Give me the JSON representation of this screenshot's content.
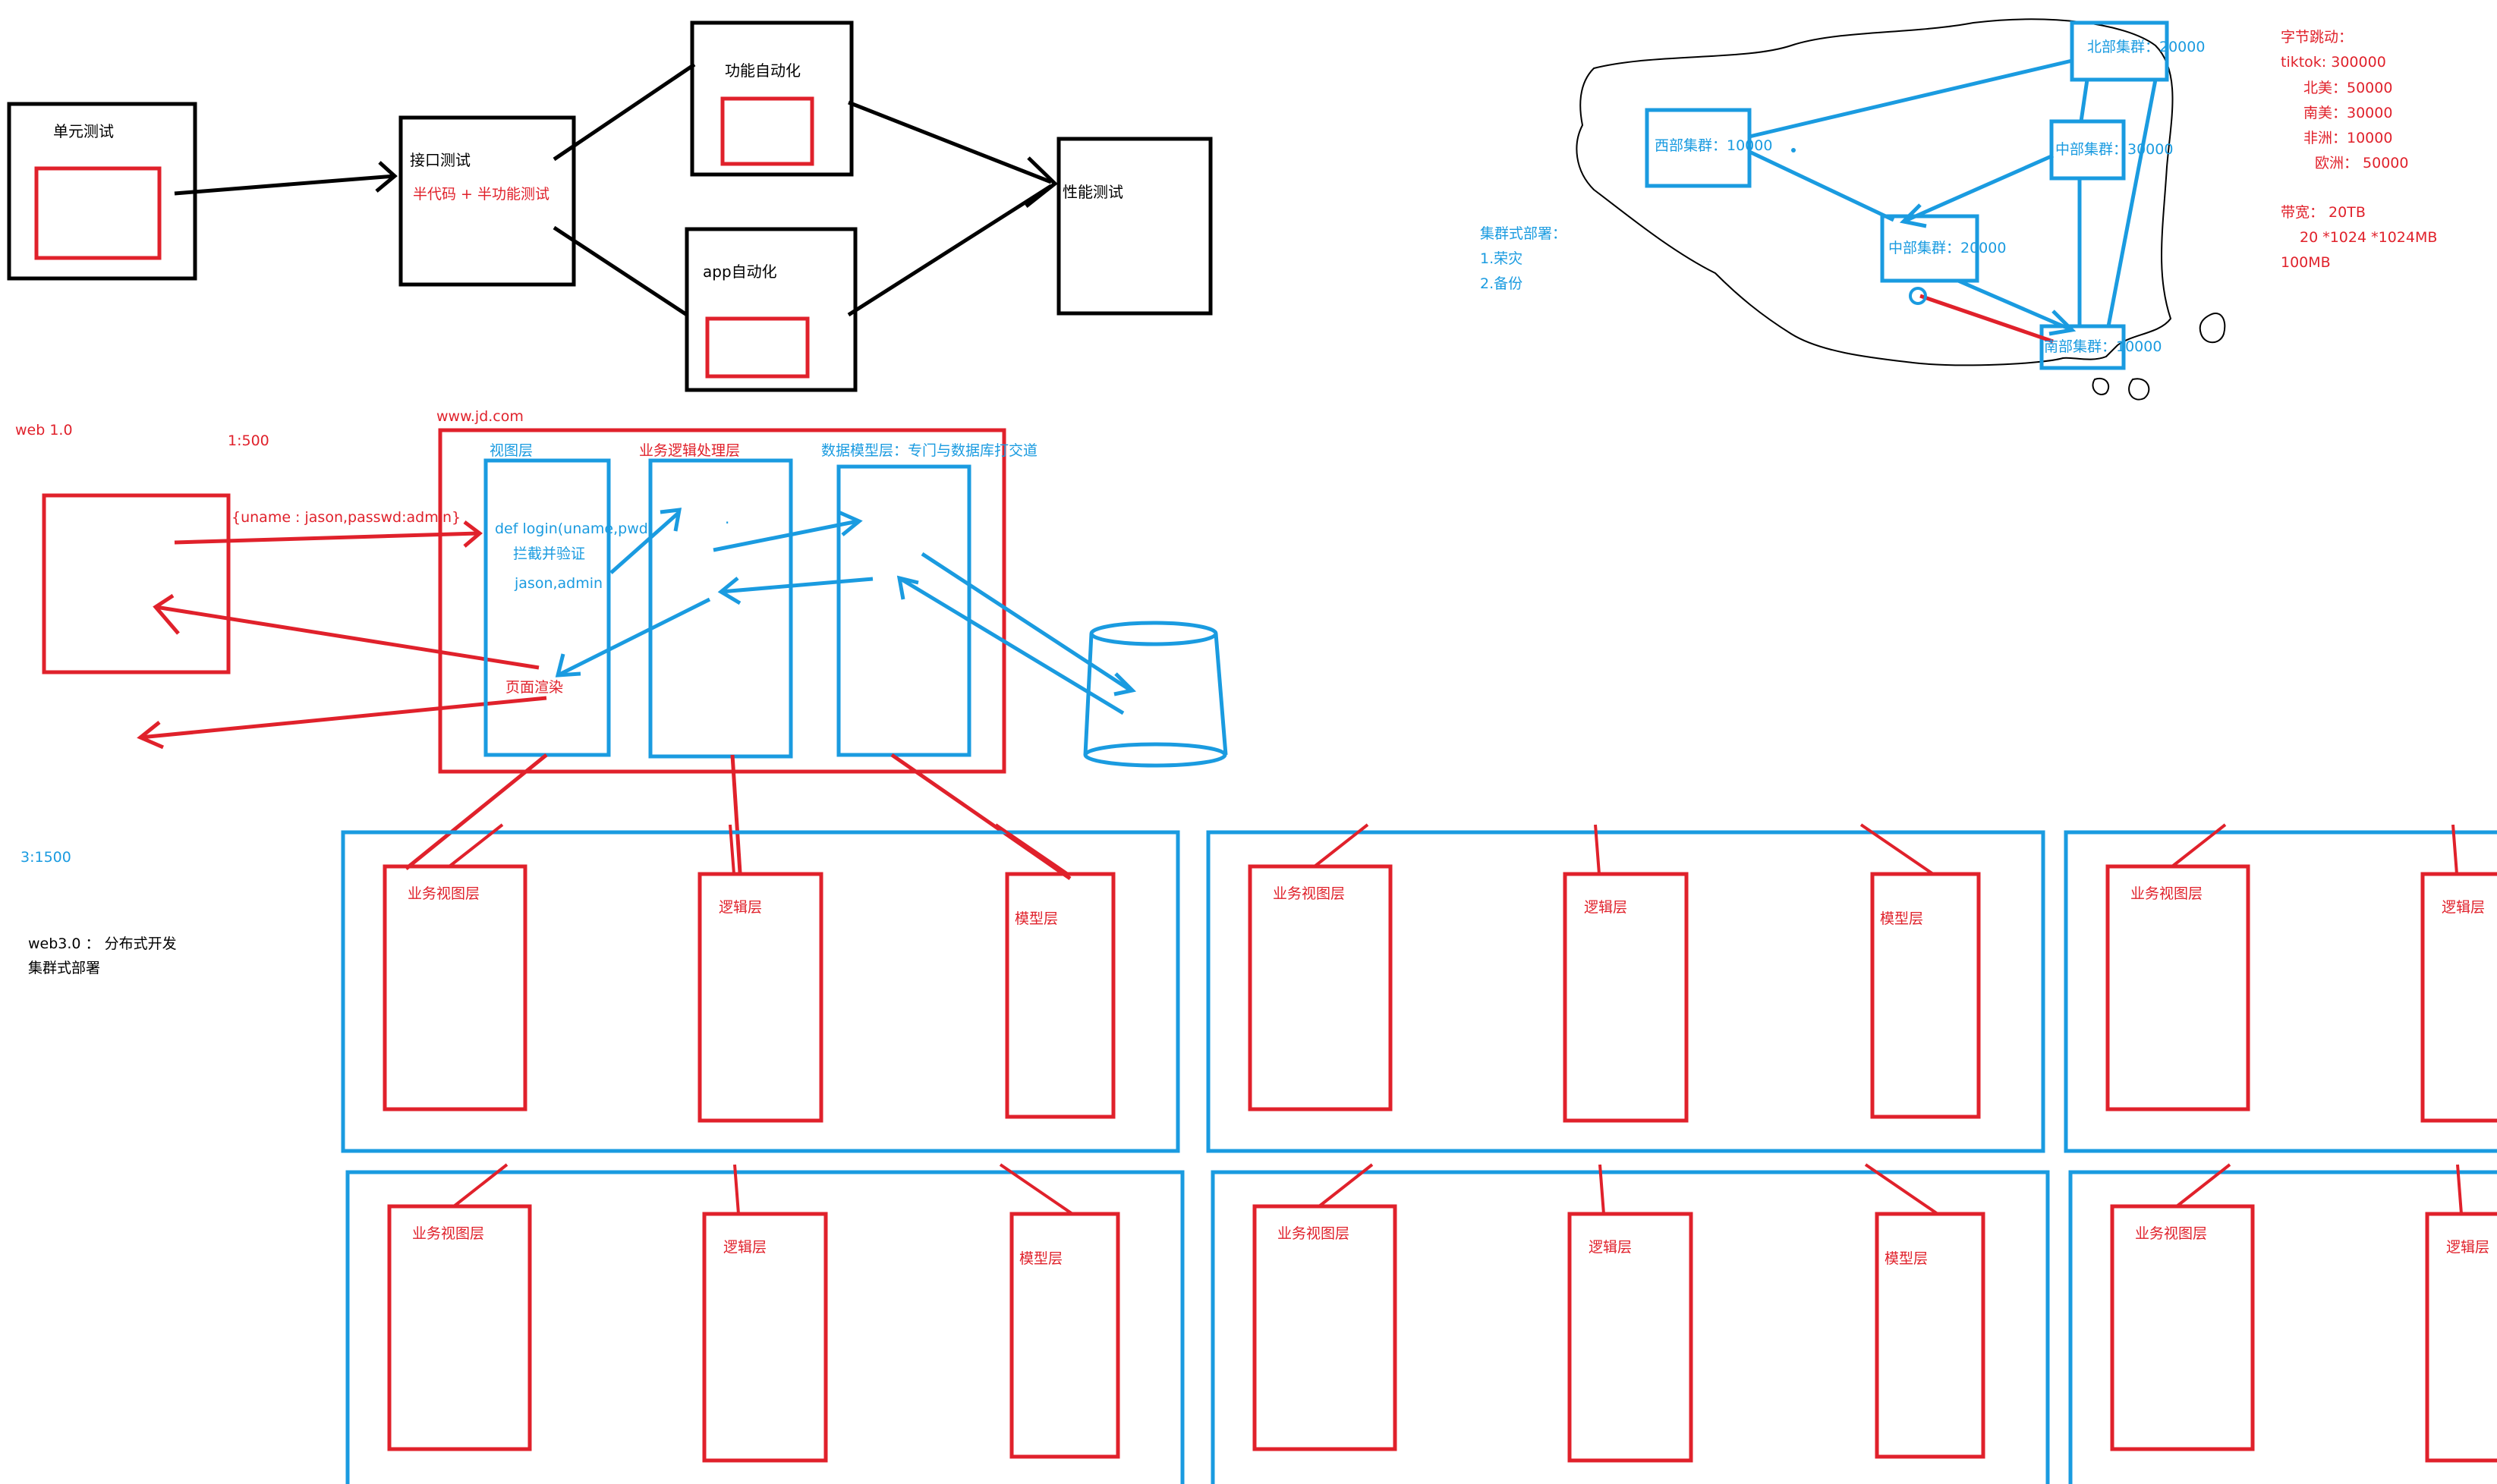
{
  "colors": {
    "black": "#000000",
    "red": "#e0212b",
    "blue": "#1a9be0"
  },
  "flow": {
    "unit_test": "单元测试",
    "api_test": "接口测试",
    "api_note": "半代码 +   半功能测试",
    "func_auto": "功能自动化",
    "app_auto": "app自动化",
    "perf_test": "性能测试"
  },
  "map": {
    "north": "北部集群：20000",
    "west": "西部集群：10000",
    "central1": "中部集群：30000",
    "central2": "中部集群：20000",
    "south": "南部集群：10000"
  },
  "deploy": {
    "title": "集群式部署：",
    "item1": "1.荣灾",
    "item2": "2.备份"
  },
  "bytedance": {
    "title": "字节跳动：",
    "tiktok": "tiktok:    300000",
    "na": "北美：50000",
    "sa": "南美：30000",
    "africa": "非洲：10000",
    "europe": "欧洲：  50000",
    "bw1": "带宽：  20TB",
    "bw2": "20   *1024   *1024MB",
    "bw3": "100MB"
  },
  "web1": {
    "label": "web  1.0",
    "ratio": "1:500",
    "domain": "www.jd.com",
    "req": "{uname : jason,passwd:admin}",
    "view_layer": "视图层",
    "logic_layer": "业务逻辑处理层",
    "model_layer": "数据模型层：专门与数据库打交道",
    "code1": "def login(uname,pwd)",
    "code2": "拦截并验证",
    "code3": "jason,admin",
    "render": "页面渲染",
    "dot": "."
  },
  "web3": {
    "ratio": "3:1500",
    "line1": "web3.0 ：  分布式开发",
    "line2": "集群式部署"
  },
  "cluster": {
    "view": "业务视图层",
    "logic": "逻辑层",
    "model": "模型层"
  }
}
